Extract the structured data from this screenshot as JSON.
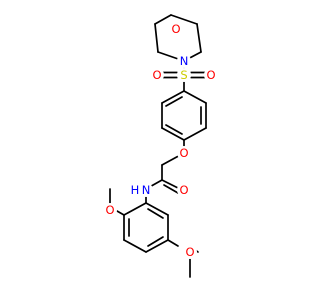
{
  "diagram": {
    "type": "chemical-structure",
    "colors": {
      "bond": "#000000",
      "oxygen": "#ff0000",
      "nitrogen": "#0000ff",
      "sulfur": "#cccc00"
    },
    "atom_labels": {
      "morpholine_o": "O",
      "morpholine_n": "N",
      "sulfonyl_s": "S",
      "sulfonyl_o_left": "O",
      "sulfonyl_o_right": "O",
      "ether_o": "O",
      "carbonyl_o": "O",
      "amide_n": "N",
      "amide_h": "H",
      "methoxy_o_upper": "O",
      "methoxy_o_lower": "O"
    }
  }
}
